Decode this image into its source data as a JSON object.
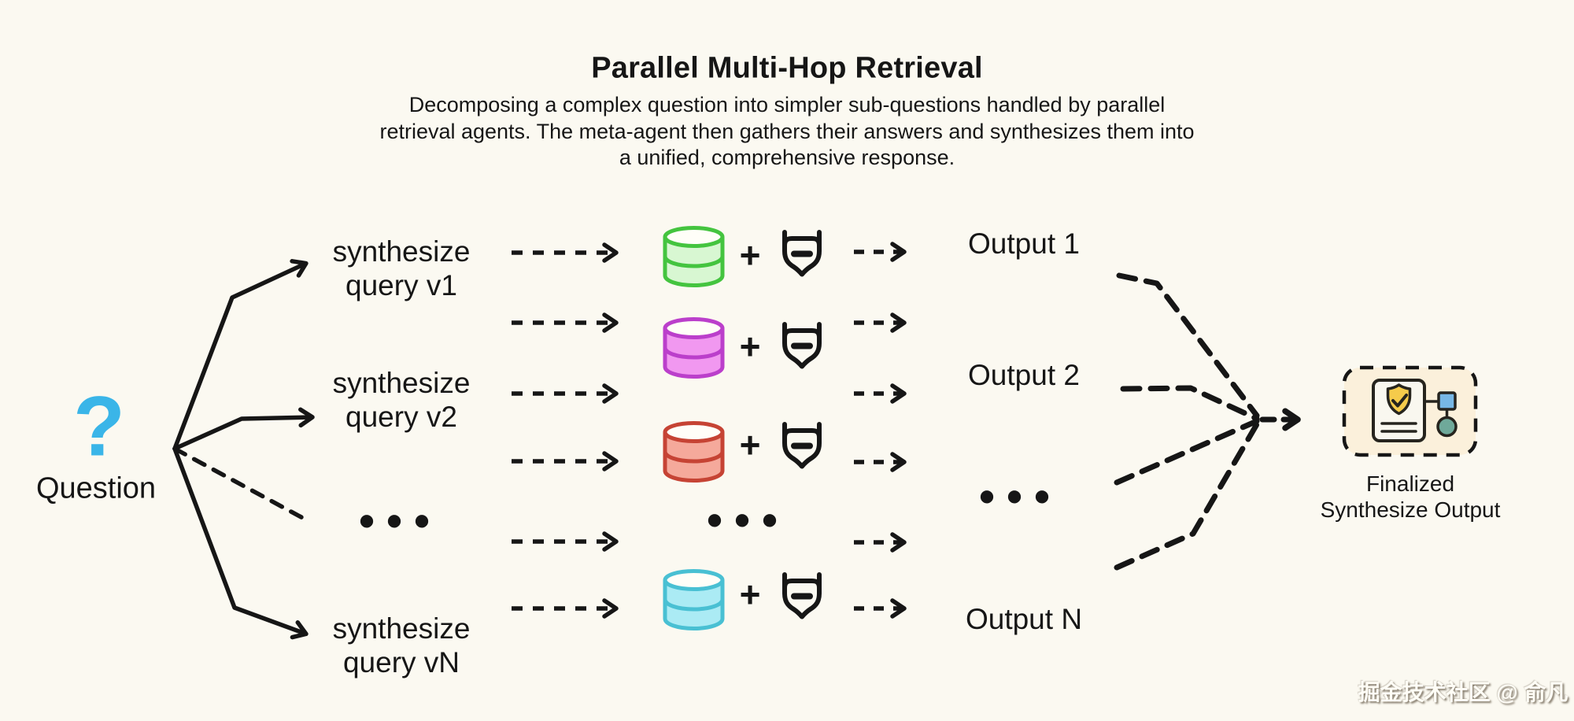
{
  "colors": {
    "background": "#FBF9F1",
    "ink": "#161616",
    "question_blue": "#3AB5E8"
  },
  "header": {
    "title": "Parallel Multi-Hop Retrieval",
    "subtitle_line1": "Decomposing a complex question into simpler sub-questions handled by parallel",
    "subtitle_line2": "retrieval agents. The meta-agent then gathers their answers and synthesizes them into",
    "subtitle_line3": "a unified, comprehensive response."
  },
  "question": {
    "mark": "?",
    "label": "Question"
  },
  "queries": {
    "v1": {
      "line1": "synthesize",
      "line2": "query v1"
    },
    "v2": {
      "line1": "synthesize",
      "line2": "query v2"
    },
    "more": "•••",
    "vN": {
      "line1": "synthesize",
      "line2": "query vN"
    }
  },
  "retrieval": {
    "plus": "+",
    "more": "•••",
    "databases": [
      {
        "id": "db-green",
        "stroke": "#44C43F",
        "fill": "#D8F7D2",
        "top_fill": "#FFFEF8"
      },
      {
        "id": "db-magenta",
        "stroke": "#BB3FCB",
        "fill": "#F198F0",
        "top_fill": "#FFFEF8"
      },
      {
        "id": "db-red",
        "stroke": "#C64334",
        "fill": "#F5A99B",
        "top_fill": "#FFFEF8"
      },
      {
        "id": "db-cyan",
        "stroke": "#49C0D3",
        "fill": "#ABEBF4",
        "top_fill": "#FFFEF8"
      }
    ]
  },
  "outputs": {
    "o1": "Output 1",
    "o2": "Output 2",
    "more": "•••",
    "oN": "Output N"
  },
  "final_output": {
    "line1": "Finalized",
    "line2": "Synthesize Output",
    "box_fill": "#FBF0DB",
    "doc_fill": "#F9F7EF",
    "shield_fill": "#F5CB4B",
    "square_fill": "#77B7E5",
    "circle_fill": "#6FA99A"
  },
  "watermark": "掘金技术社区 @ 俞凡"
}
